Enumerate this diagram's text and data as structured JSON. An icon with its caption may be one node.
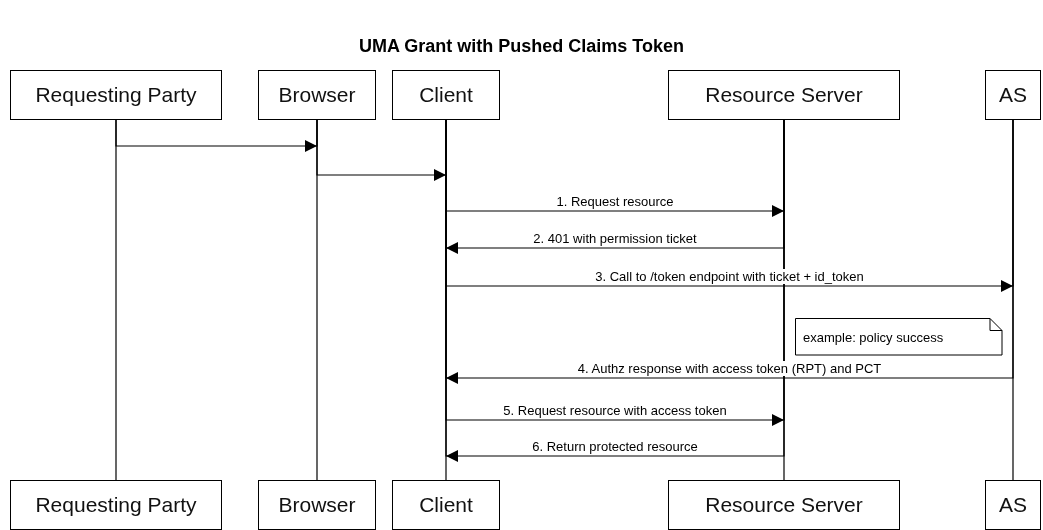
{
  "diagram": {
    "title": "UMA Grant with Pushed Claims Token",
    "nodes": [
      {
        "text": [
          "Requesting Party"
        ]
      },
      {
        "text": [
          "Browser"
        ]
      },
      {
        "text": [
          "Client"
        ]
      },
      {
        "text": [
          "Resource Server"
        ]
      },
      {
        "text": [
          "AS"
        ]
      },
      {
        "text": [
          "example: policy success"
        ]
      },
      {
        "text": [
          "Requesting Party"
        ]
      },
      {
        "text": [
          "Browser"
        ]
      },
      {
        "text": [
          "Client"
        ]
      },
      {
        "text": [
          "Resource Server"
        ]
      },
      {
        "text": [
          "AS"
        ]
      }
    ],
    "edges": [
      {
        "from": 0,
        "to": 6,
        "arrow": "none"
      },
      {
        "from": 1,
        "to": 7,
        "arrow": "none"
      },
      {
        "from": 2,
        "to": 8,
        "arrow": "none"
      },
      {
        "from": 3,
        "to": 9,
        "arrow": "none"
      },
      {
        "from": 4,
        "to": 10,
        "arrow": "none"
      },
      {
        "from": 0,
        "to": 1,
        "arrow": "to"
      },
      {
        "from": 1,
        "to": 2,
        "arrow": "to"
      },
      {
        "from": 2,
        "to": 3,
        "arrow": "to",
        "label": "1. Request resource"
      },
      {
        "from": 3,
        "to": 2,
        "arrow": "to",
        "label": "2. 401 with permission ticket"
      },
      {
        "from": 2,
        "to": 4,
        "arrow": "to",
        "label": "3. Call to /token endpoint with ticket + id_token"
      },
      {
        "from": 4,
        "to": 2,
        "arrow": "to",
        "label": "4. Authz response with access token (RPT) and PCT"
      },
      {
        "from": 2,
        "to": 3,
        "arrow": "to",
        "label": "5. Request resource with access token"
      },
      {
        "from": 3,
        "to": 2,
        "arrow": "to",
        "label": "6. Return protected resource"
      }
    ]
  }
}
